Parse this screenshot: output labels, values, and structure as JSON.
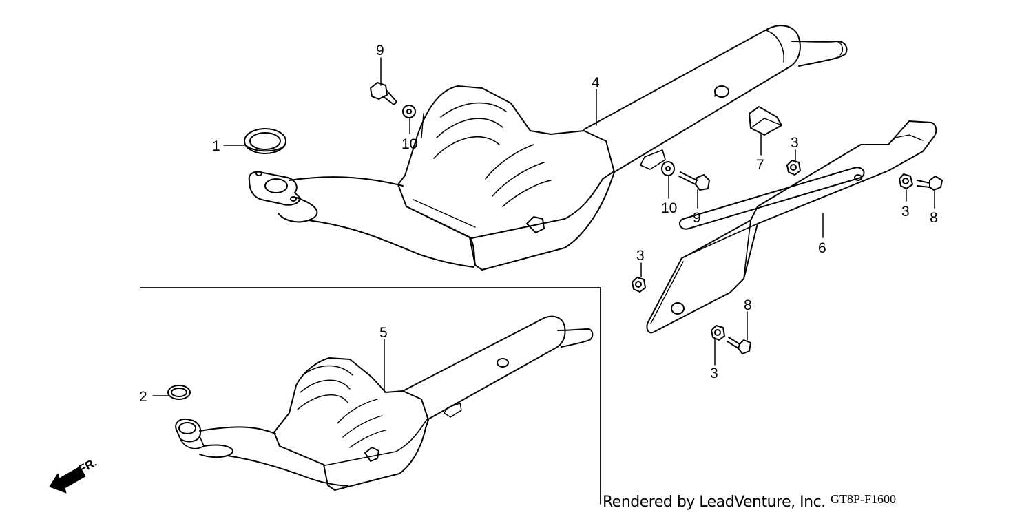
{
  "diagram": {
    "callouts": [
      {
        "id": "c1",
        "text": "1"
      },
      {
        "id": "c2",
        "text": "2"
      },
      {
        "id": "c3a",
        "text": "3"
      },
      {
        "id": "c3b",
        "text": "3"
      },
      {
        "id": "c3c",
        "text": "3"
      },
      {
        "id": "c3d",
        "text": "3"
      },
      {
        "id": "c4",
        "text": "4"
      },
      {
        "id": "c5",
        "text": "5"
      },
      {
        "id": "c6",
        "text": "6"
      },
      {
        "id": "c7",
        "text": "7"
      },
      {
        "id": "c8a",
        "text": "8"
      },
      {
        "id": "c8b",
        "text": "8"
      },
      {
        "id": "c9a",
        "text": "9"
      },
      {
        "id": "c9b",
        "text": "9"
      },
      {
        "id": "c10a",
        "text": "10"
      },
      {
        "id": "c10b",
        "text": "10"
      }
    ],
    "front_indicator": "FR."
  },
  "footer": {
    "credit": "Rendered by LeadVenture, Inc.",
    "diagram_code": "GT8P-F1600"
  }
}
